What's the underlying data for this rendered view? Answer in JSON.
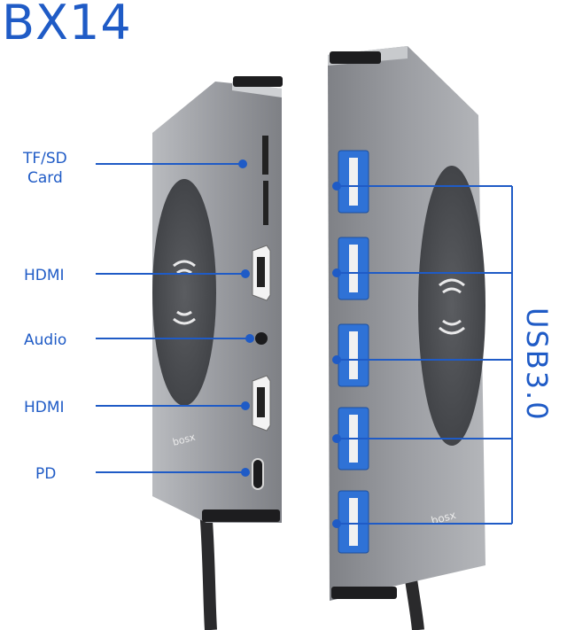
{
  "title": "BX14",
  "left_device": {
    "labels": [
      {
        "id": "tfsd",
        "lines": [
          "TF/SD",
          "Card"
        ]
      },
      {
        "id": "hdmi1",
        "lines": [
          "HDMI"
        ]
      },
      {
        "id": "audio",
        "lines": [
          "Audio"
        ]
      },
      {
        "id": "hdmi2",
        "lines": [
          "HDMI"
        ]
      },
      {
        "id": "pd",
        "lines": [
          "PD"
        ]
      }
    ],
    "logo": "bosx"
  },
  "right_device": {
    "port_group_label": "USB3.0",
    "port_count": 5,
    "logo": "bosx"
  },
  "colors": {
    "accent": "#1f5bc6",
    "body": "#8d8f94",
    "pad": "#4a4c50",
    "usb": "#2f72d6"
  }
}
